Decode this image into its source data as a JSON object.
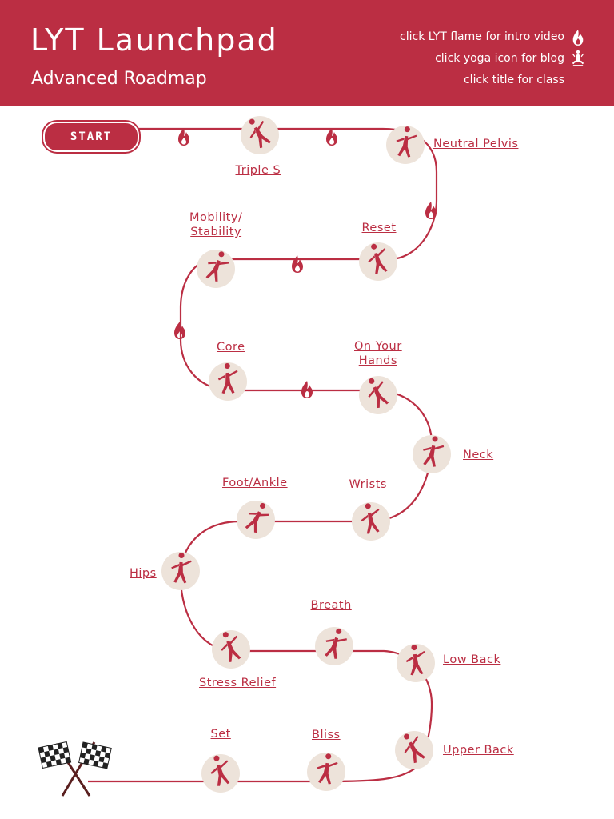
{
  "header": {
    "title": "LYT Launchpad",
    "subtitle": "Advanced Roadmap",
    "hints": [
      "click LYT flame for intro video",
      "click yoga icon for blog",
      "click title for class"
    ]
  },
  "start_label": "START",
  "stations": [
    {
      "label": "Triple S",
      "icon": "standing-yoga-icon"
    },
    {
      "label": "Neutral Pelvis",
      "icon": "triangle-pose-icon"
    },
    {
      "label": "Reset",
      "icon": "meditation-pose-icon"
    },
    {
      "label": "Mobility/\nStability",
      "icon": "lunge-pose-icon"
    },
    {
      "label": "Core",
      "icon": "boat-pose-icon"
    },
    {
      "label": "On Your\nHands",
      "icon": "handstand-pose-icon"
    },
    {
      "label": "Neck",
      "icon": "cobra-pose-icon"
    },
    {
      "label": "Wrists",
      "icon": "prayer-pose-icon"
    },
    {
      "label": "Foot/Ankle",
      "icon": "extended-leg-pose-icon"
    },
    {
      "label": "Hips",
      "icon": "triangle-pose-icon"
    },
    {
      "label": "Stress Relief",
      "icon": "lotus-pose-icon"
    },
    {
      "label": "Breath",
      "icon": "tree-pose-icon"
    },
    {
      "label": "Low Back",
      "icon": "kneeling-pose-icon"
    },
    {
      "label": "Upper Back",
      "icon": "backbend-pose-icon"
    },
    {
      "label": "Bliss",
      "icon": "side-plank-pose-icon"
    },
    {
      "label": "Set",
      "icon": "dancer-pose-icon"
    }
  ],
  "finish_icon": "checkered-flags-icon",
  "colors": {
    "brand": "#bb2e43",
    "circle": "#ede3da",
    "background": "#ffffff"
  }
}
